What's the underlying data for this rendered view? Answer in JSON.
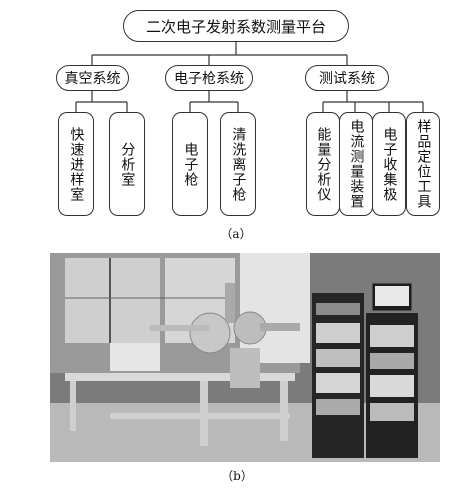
{
  "diagram": {
    "root": "二次电子发射系数测量平台",
    "groups": [
      {
        "label": "真空系统",
        "children": [
          "快速进样室",
          "分析室"
        ]
      },
      {
        "label": "电子枪系统",
        "children": [
          "电子枪",
          "清洗离子枪"
        ]
      },
      {
        "label": "测试系统",
        "children": [
          "能量分析仪",
          "电流测量装置",
          "电子收集极",
          "样品定位工具"
        ]
      }
    ],
    "caption_a": "（a）"
  },
  "photo": {
    "caption_b": "（b）"
  }
}
